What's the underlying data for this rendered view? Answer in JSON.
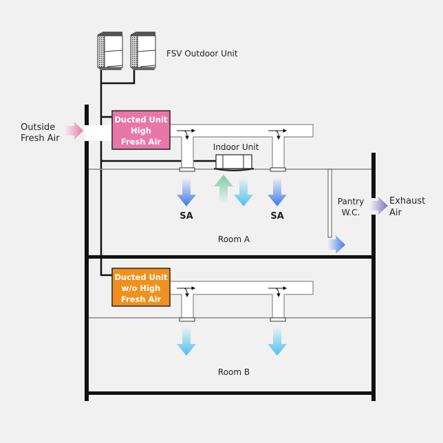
{
  "diagram": {
    "title": "FSV Fresh Air Ducted System Layout",
    "outdoor_unit": {
      "label": "FSV Outdoor Unit",
      "count": 2
    },
    "outside_air": {
      "label_line1": "Outside",
      "label_line2": "Fresh Air"
    },
    "ducted_unit_high": {
      "line1": "Ducted Unit",
      "line2": "High",
      "line3": "Fresh Air",
      "color": "#e877a8"
    },
    "ducted_unit_std": {
      "line1": "Ducted Unit",
      "line2": "w/o High",
      "line3": "Fresh Air",
      "color": "#f0901e"
    },
    "indoor_unit": {
      "label": "Indoor Unit"
    },
    "supply_air_label": "SA",
    "room_a": {
      "label": "Room A"
    },
    "room_b": {
      "label": "Room B"
    },
    "pantry": {
      "line1": "Pantry",
      "line2": "W.C."
    },
    "exhaust": {
      "line1": "Exhaust",
      "line2": "Air"
    },
    "colors": {
      "sa_arrow": "#3f78e8",
      "cool_arrow": "#4ec0f0",
      "return_arrow": "#7fcca8",
      "inlet_arrow": "#ec7aa8",
      "exhaust_arrow": "#7c70c0",
      "wall": "#111111",
      "duct_fill": "#ffffff",
      "duct_stroke": "#888888"
    }
  }
}
